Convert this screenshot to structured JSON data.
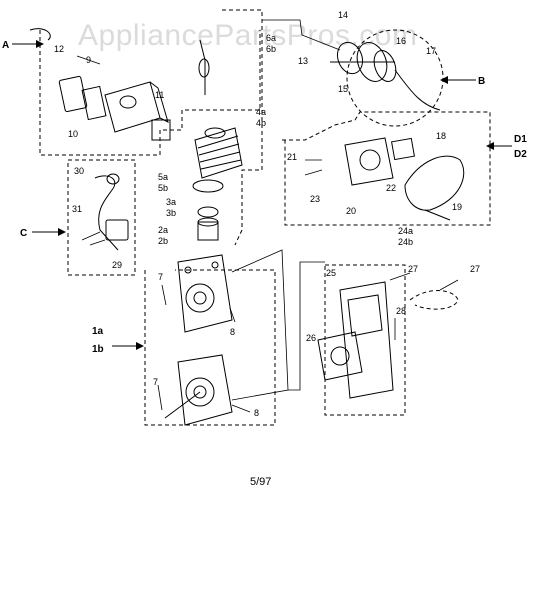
{
  "watermark": "AppliancePartsPros.com",
  "footer_date": "5/97",
  "group_labels": {
    "a": "A",
    "b": "B",
    "c": "C",
    "d1": "D1",
    "d2": "D2",
    "g1a": "1a",
    "g1b": "1b"
  },
  "callouts": {
    "c12": "12",
    "c9": "9",
    "c10": "10",
    "c11": "11",
    "c4a": "4a",
    "c4b": "4b",
    "c6a": "6a",
    "c6b": "6b",
    "c13": "13",
    "c14": "14",
    "c15": "15",
    "c16": "16",
    "c17": "17",
    "c30": "30",
    "c31": "31",
    "c29": "29",
    "c5a": "5a",
    "c5b": "5b",
    "c3a": "3a",
    "c3b": "3b",
    "c2a": "2a",
    "c2b": "2b",
    "c7top": "7",
    "c8top": "8",
    "c7bot": "7",
    "c8bot": "8",
    "c21": "21",
    "c18": "18",
    "c22": "22",
    "c23": "23",
    "c20": "20",
    "c19": "19",
    "c24a": "24a",
    "c24b": "24b",
    "c25": "25",
    "c27a": "27",
    "c27b": "27",
    "c28": "28",
    "c26": "26"
  }
}
